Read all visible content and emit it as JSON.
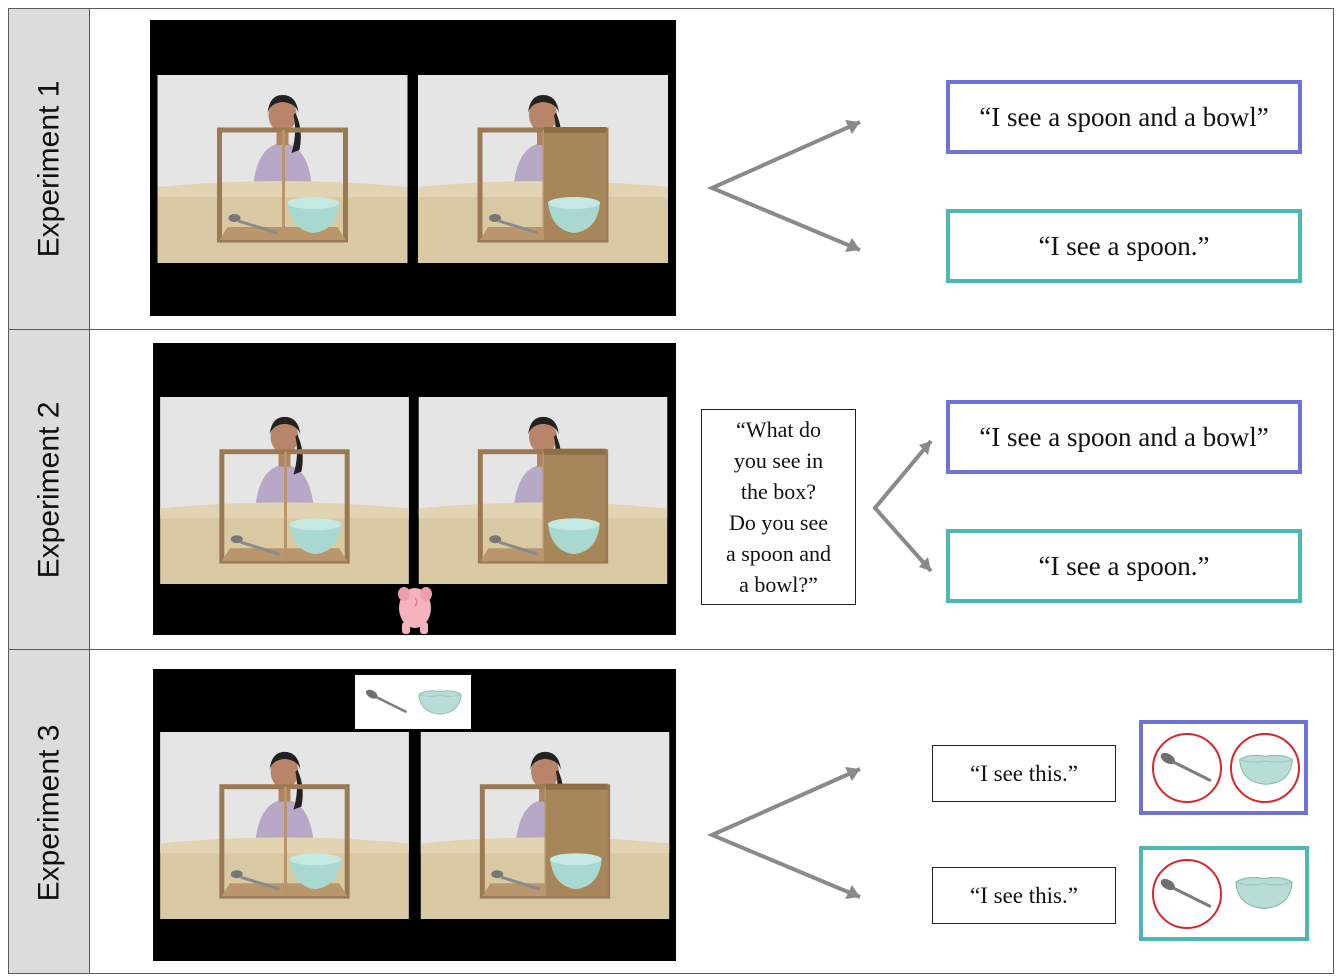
{
  "rows": [
    {
      "label": "Experiment 1",
      "responses": [
        "“I see a spoon and a bowl”",
        "“I see a spoon.”"
      ]
    },
    {
      "label": "Experiment 2",
      "question": [
        "“What do",
        "you see in",
        "the box?",
        "Do you see",
        "a spoon and",
        "a bowl?”"
      ],
      "responses": [
        "“I see a spoon and a bowl”",
        "“I see a spoon.”"
      ]
    },
    {
      "label": "Experiment 3",
      "responses": [
        "“I see this.”",
        "“I see this.”"
      ]
    }
  ],
  "colors": {
    "response_blue": "#6f73d6",
    "response_teal": "#4db8b3",
    "arrow": "#8a8a8a",
    "label_bg": "#dcdcdc",
    "circle_red": "#d9262a"
  },
  "icons": [
    "spoon-icon",
    "bowl-icon",
    "pig-icon",
    "woman-photo",
    "cardboard-box"
  ]
}
